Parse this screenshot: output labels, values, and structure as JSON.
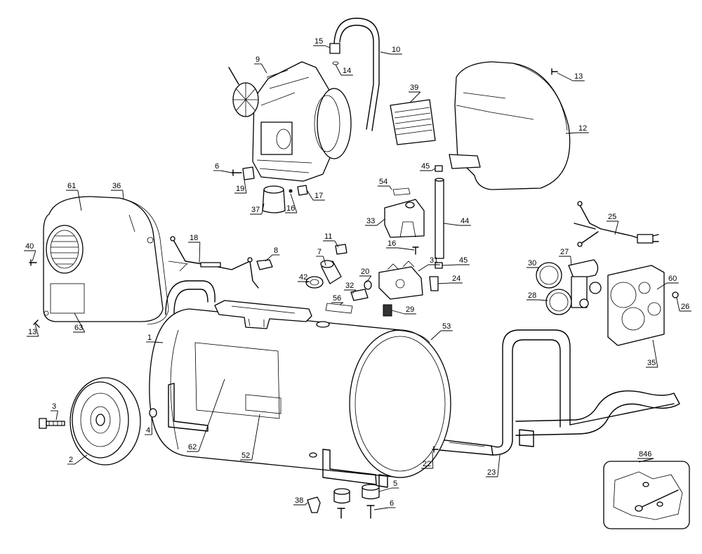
{
  "labels": [
    {
      "id": "1",
      "text": "1"
    },
    {
      "id": "2",
      "text": "2"
    },
    {
      "id": "3",
      "text": "3"
    },
    {
      "id": "4",
      "text": "4"
    },
    {
      "id": "5",
      "text": "5"
    },
    {
      "id": "6a",
      "text": "6"
    },
    {
      "id": "6b",
      "text": "6"
    },
    {
      "id": "7",
      "text": "7"
    },
    {
      "id": "8",
      "text": "8"
    },
    {
      "id": "9",
      "text": "9"
    },
    {
      "id": "10",
      "text": "10"
    },
    {
      "id": "11",
      "text": "11"
    },
    {
      "id": "12",
      "text": "12"
    },
    {
      "id": "13a",
      "text": "13"
    },
    {
      "id": "13b",
      "text": "13"
    },
    {
      "id": "14",
      "text": "14"
    },
    {
      "id": "15",
      "text": "15"
    },
    {
      "id": "16a",
      "text": "16"
    },
    {
      "id": "16b",
      "text": "16"
    },
    {
      "id": "17",
      "text": "17"
    },
    {
      "id": "18",
      "text": "18"
    },
    {
      "id": "19",
      "text": "19"
    },
    {
      "id": "20",
      "text": "20"
    },
    {
      "id": "22",
      "text": "22"
    },
    {
      "id": "23",
      "text": "23"
    },
    {
      "id": "24",
      "text": "24"
    },
    {
      "id": "25",
      "text": "25"
    },
    {
      "id": "26",
      "text": "26"
    },
    {
      "id": "27",
      "text": "27"
    },
    {
      "id": "28",
      "text": "28"
    },
    {
      "id": "29",
      "text": "29"
    },
    {
      "id": "30",
      "text": "30"
    },
    {
      "id": "31",
      "text": "31"
    },
    {
      "id": "32",
      "text": "32"
    },
    {
      "id": "33",
      "text": "33"
    },
    {
      "id": "35",
      "text": "35"
    },
    {
      "id": "36",
      "text": "36"
    },
    {
      "id": "37",
      "text": "37"
    },
    {
      "id": "38",
      "text": "38"
    },
    {
      "id": "39",
      "text": "39"
    },
    {
      "id": "40",
      "text": "40"
    },
    {
      "id": "42",
      "text": "42"
    },
    {
      "id": "44",
      "text": "44"
    },
    {
      "id": "45a",
      "text": "45"
    },
    {
      "id": "45b",
      "text": "45"
    },
    {
      "id": "52",
      "text": "52"
    },
    {
      "id": "53",
      "text": "53"
    },
    {
      "id": "54",
      "text": "54"
    },
    {
      "id": "56",
      "text": "56"
    },
    {
      "id": "60",
      "text": "60"
    },
    {
      "id": "61",
      "text": "61"
    },
    {
      "id": "62",
      "text": "62"
    },
    {
      "id": "63",
      "text": "63"
    },
    {
      "id": "846",
      "text": "846"
    }
  ]
}
